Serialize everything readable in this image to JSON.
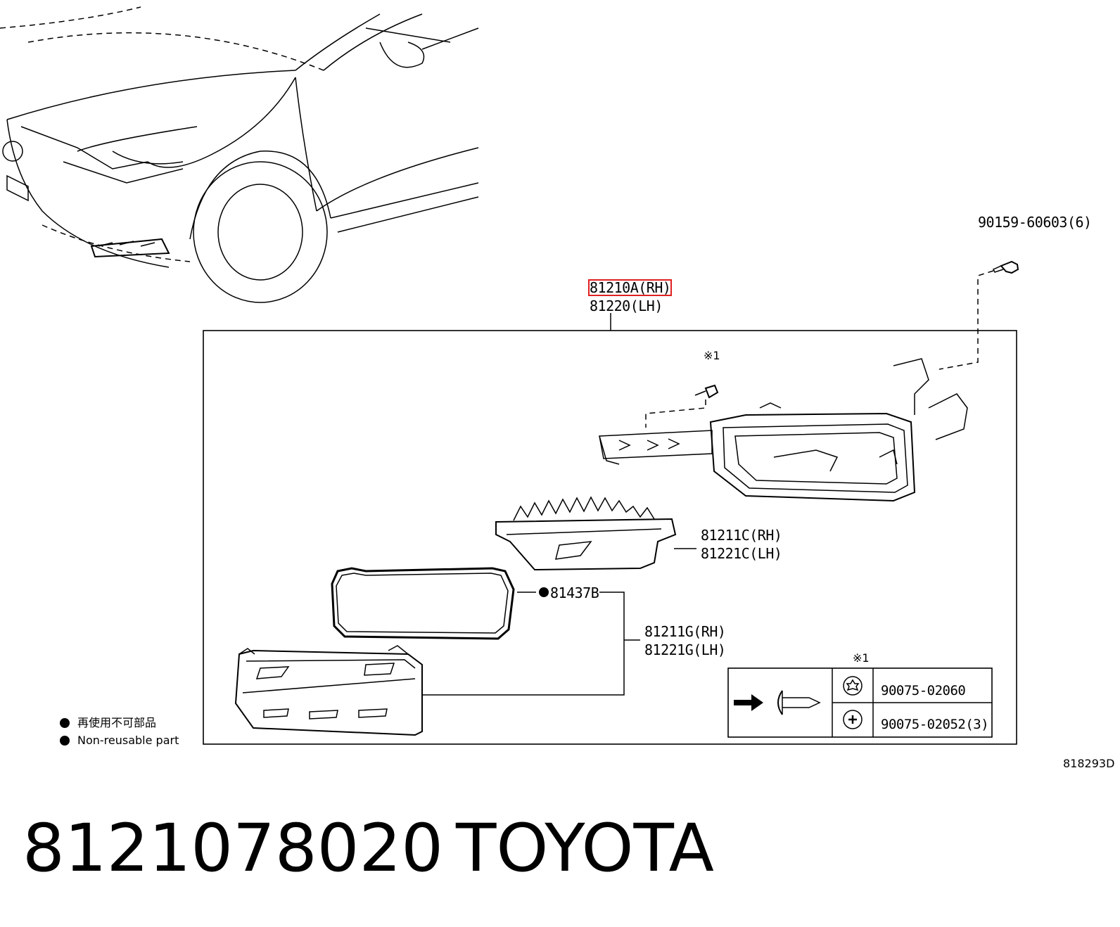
{
  "callouts": {
    "main_rh": "81210A(RH)",
    "main_lh": "81220(LH)",
    "bolt": "90159-60603(6)",
    "housing_rh": "81211C(RH)",
    "housing_lh": "81221C(LH)",
    "gasket": "81437B",
    "lens_rh": "81211G(RH)",
    "lens_lh": "81221G(LH)",
    "screw_note_top": "※1",
    "screw_note_table": "※1"
  },
  "screw_table": {
    "rows": [
      {
        "head": "torx-screw-head-icon",
        "part": "90075-02060"
      },
      {
        "head": "phillips-screw-head-icon",
        "part": "90075-02052(3)"
      }
    ]
  },
  "legend": {
    "line_jp": "再使用不可部品",
    "line_en": "Non-reusable part"
  },
  "illustration_code": "818293D",
  "footer": {
    "part_number": "8121078020",
    "brand": "TOYOTA"
  }
}
